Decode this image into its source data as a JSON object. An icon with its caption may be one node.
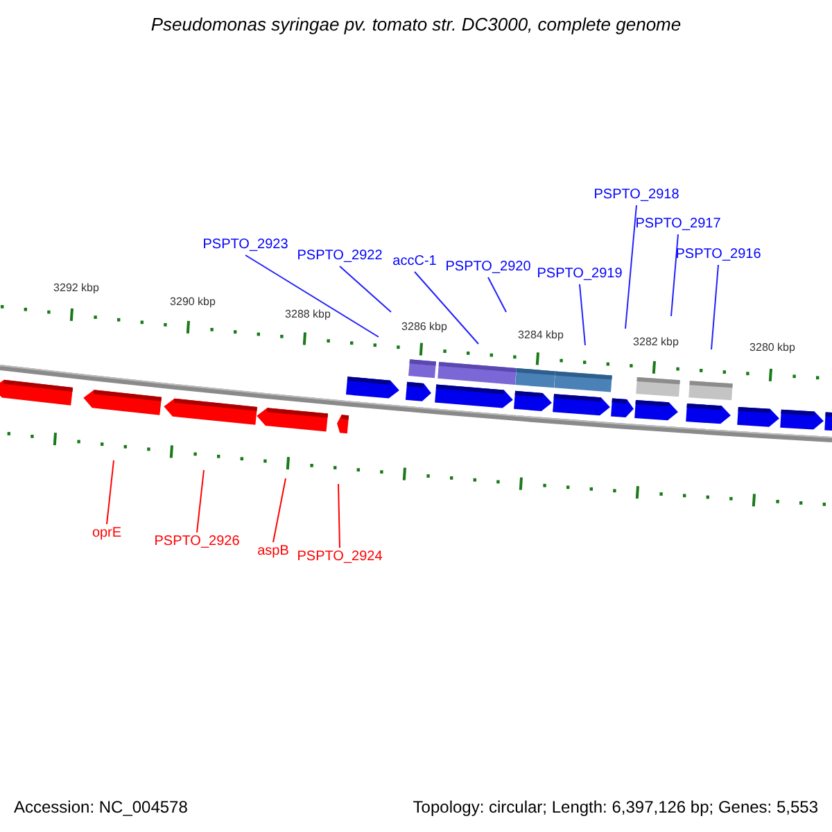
{
  "diagram": {
    "title": "Pseudomonas syringae pv. tomato str. DC3000, complete genome",
    "nodes": [
      {
        "text": [
          "PSPTO_2923"
        ]
      },
      {
        "text": [
          "PSPTO_2922"
        ]
      },
      {
        "text": [
          "accC-1"
        ]
      },
      {
        "text": [
          "PSPTO_2920"
        ]
      },
      {
        "text": [
          "PSPTO_2919"
        ]
      },
      {
        "text": [
          "PSPTO_2918"
        ]
      },
      {
        "text": [
          "PSPTO_2917"
        ]
      },
      {
        "text": [
          "PSPTO_2916"
        ]
      },
      {
        "text": [
          "oprE"
        ]
      },
      {
        "text": [
          "PSPTO_2926"
        ]
      },
      {
        "text": [
          "aspB"
        ]
      },
      {
        "text": [
          "PSPTO_2924"
        ]
      }
    ],
    "edges": [
      {
        "from": 0,
        "to": null,
        "arrow": "none"
      },
      {
        "from": 1,
        "to": null,
        "arrow": "none"
      },
      {
        "from": 2,
        "to": null,
        "arrow": "none"
      },
      {
        "from": 3,
        "to": null,
        "arrow": "none"
      },
      {
        "from": 4,
        "to": null,
        "arrow": "none"
      },
      {
        "from": 5,
        "to": null,
        "arrow": "none"
      },
      {
        "from": 6,
        "to": null,
        "arrow": "none"
      },
      {
        "from": 7,
        "to": null,
        "arrow": "none"
      },
      {
        "from": 8,
        "to": null,
        "arrow": "none",
        "color": "#ff0000"
      },
      {
        "from": 9,
        "to": null,
        "arrow": "none",
        "color": "#ff0000"
      },
      {
        "from": 10,
        "to": null,
        "arrow": "none",
        "color": "#ff0000"
      },
      {
        "from": 11,
        "to": null,
        "arrow": "none",
        "color": "#ff0000"
      }
    ],
    "labels": [
      "3292 kbp",
      "3290 kbp",
      "3288 kbp",
      "3286 kbp",
      "3284 kbp",
      "3282 kbp",
      "3280 kbp",
      "Accession: NC_004578",
      "Topology: circular; Length: 6,397,126 bp; Genes: 5,553"
    ]
  }
}
